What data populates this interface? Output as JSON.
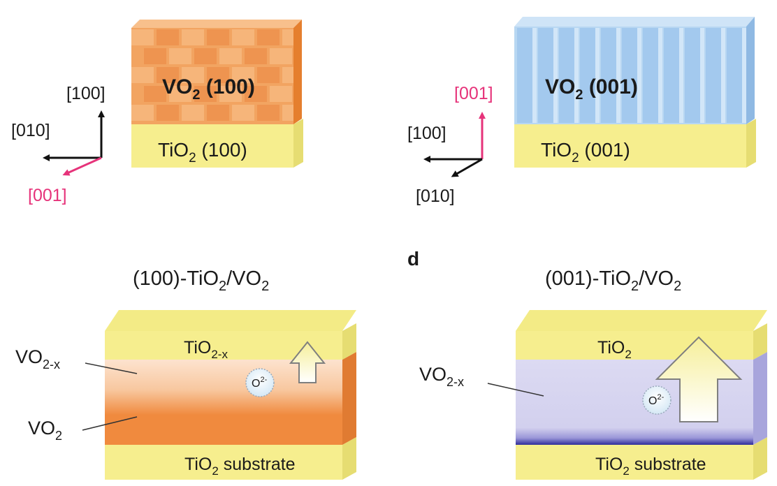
{
  "panels": {
    "a": {
      "film_label": "VO",
      "film_sub": "2",
      "film_orient": " (100)",
      "substrate_label": "TiO",
      "substrate_sub": "2",
      "substrate_orient": " (100)",
      "axis_up": "[100]",
      "axis_left": "[010]",
      "axis_diag": "[001]"
    },
    "b": {
      "film_label": "VO",
      "film_sub": "2",
      "film_orient": " (001)",
      "substrate_label": "TiO",
      "substrate_sub": "2",
      "substrate_orient": " (001)",
      "axis_up": "[001]",
      "axis_left": "[100]",
      "axis_diag": "[010]"
    },
    "c": {
      "title_pre": "(100)-TiO",
      "title_sub1": "2",
      "title_mid": "/VO",
      "title_sub2": "2",
      "cap_label": "TiO",
      "cap_sub": "2-x",
      "reduced_label": "VO",
      "reduced_sub": "2-x",
      "film_label": "VO",
      "film_sub": "2",
      "ion_label": "O",
      "ion_sup": "2-",
      "substrate_label": "TiO",
      "substrate_sub": "2",
      "substrate_rest": " substrate"
    },
    "d": {
      "panel_letter": "d",
      "title_pre": "(001)-TiO",
      "title_sub1": "2",
      "title_mid": "/VO",
      "title_sub2": "2",
      "cap_label": "TiO",
      "cap_sub": "2",
      "reduced_label": "VO",
      "reduced_sub": "2-x",
      "ion_label": "O",
      "ion_sup": "2-",
      "substrate_label": "TiO",
      "substrate_sub": "2",
      "substrate_rest": " substrate"
    }
  },
  "colors": {
    "orange": "#f0883c",
    "blue": "#a9cdf0",
    "yellow": "#f6ee8e",
    "lavender": "#d5d3ef",
    "magenta": "#e6337a"
  }
}
